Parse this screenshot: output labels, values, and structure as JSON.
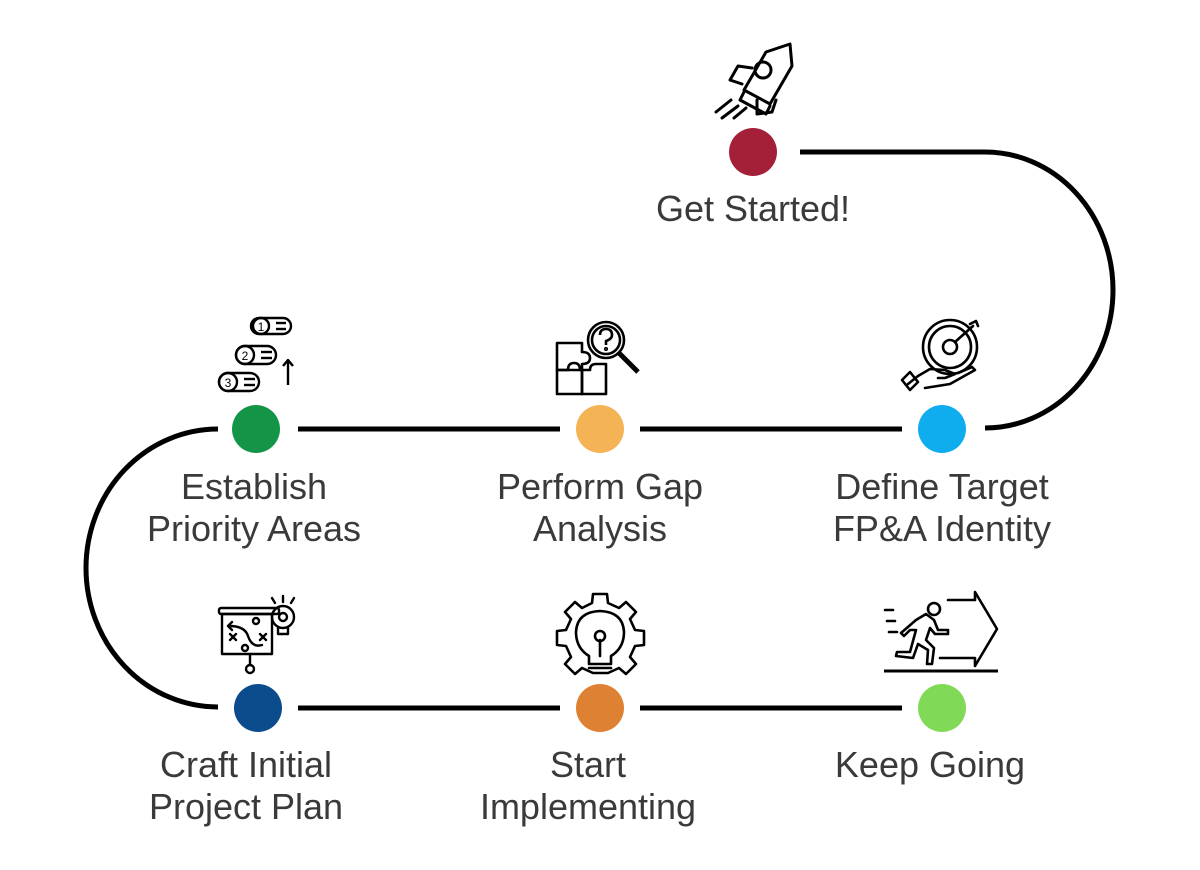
{
  "title": "FP&A Transformation Roadmap",
  "steps": [
    {
      "id": "get-started",
      "order": 1,
      "lines": [
        "Get Started!"
      ],
      "color": "#a41f38",
      "icon": "rocket-icon"
    },
    {
      "id": "define-target",
      "order": 2,
      "lines": [
        "Define Target",
        "FP&A Identity"
      ],
      "color": "#0fadee",
      "icon": "hand-target-icon"
    },
    {
      "id": "gap-analysis",
      "order": 3,
      "lines": [
        "Perform Gap",
        "Analysis"
      ],
      "color": "#f4b354",
      "icon": "puzzle-magnifier-icon"
    },
    {
      "id": "priority-areas",
      "order": 4,
      "lines": [
        "Establish",
        "Priority Areas"
      ],
      "color": "#149446",
      "icon": "ranked-list-icon"
    },
    {
      "id": "project-plan",
      "order": 5,
      "lines": [
        "Craft Initial",
        "Project Plan"
      ],
      "color": "#0b4d8c",
      "icon": "strategy-board-icon"
    },
    {
      "id": "implementing",
      "order": 6,
      "lines": [
        "Start",
        "Implementing"
      ],
      "color": "#de8133",
      "icon": "gear-bulb-icon"
    },
    {
      "id": "keep-going",
      "order": 7,
      "lines": [
        "Keep Going"
      ],
      "color": "#80d957",
      "icon": "running-person-icon"
    }
  ],
  "path_color": "#000000",
  "text_color": "#3a3a3a"
}
